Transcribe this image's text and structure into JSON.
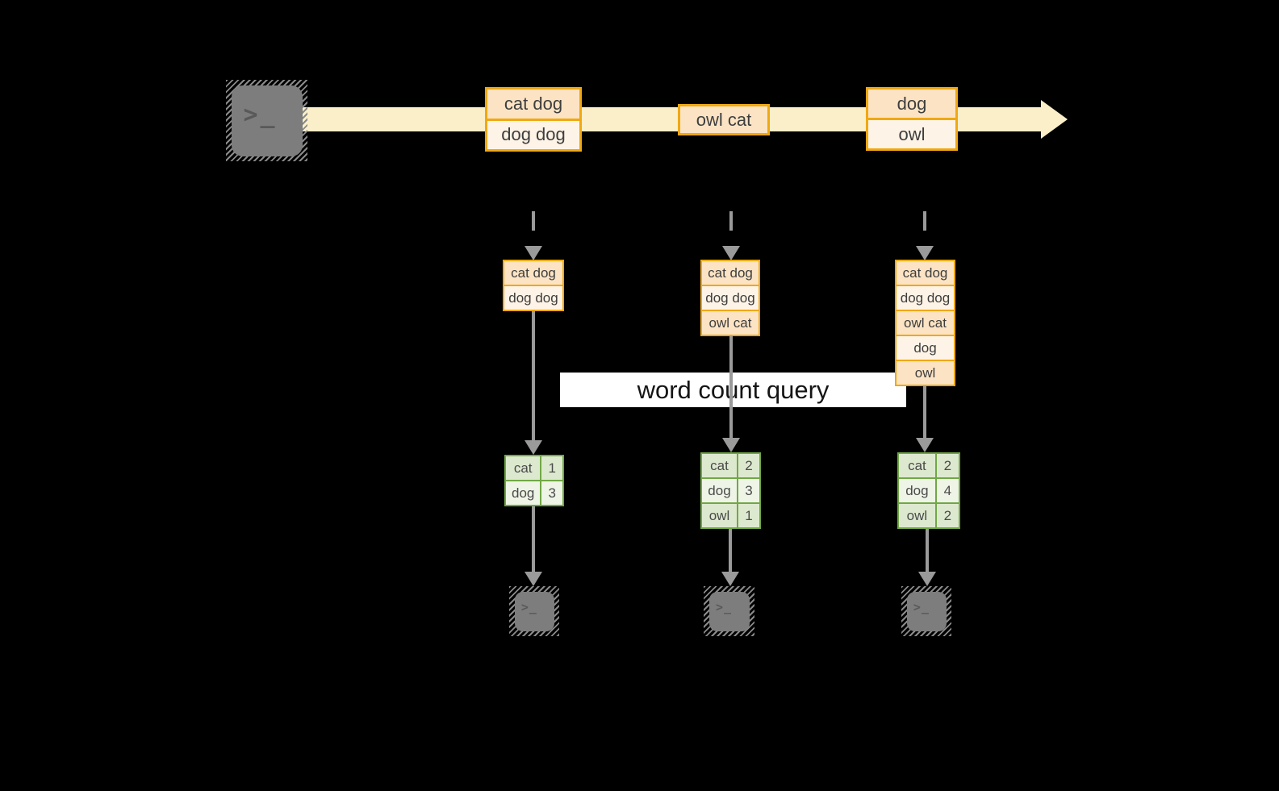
{
  "colors": {
    "stream_band": "#FAEFC9",
    "box_border": "#F0A812",
    "box_fill_dark": "#FBE3C4",
    "box_fill_light": "#FDF3E6",
    "table_border": "#70A845",
    "cell_fill_dark": "#DDE9CF",
    "cell_fill_light": "#EEF4E6",
    "arrow_gray": "#9A9A9A",
    "query_band_bg": "#FFFFFF"
  },
  "icons": {
    "terminal_glyph": ">_"
  },
  "stream": {
    "events": [
      {
        "lines": [
          "cat dog",
          "dog dog"
        ]
      },
      {
        "lines": [
          "owl cat"
        ]
      },
      {
        "lines": [
          "dog",
          "owl"
        ]
      }
    ]
  },
  "query_label": "word count query",
  "columns": [
    {
      "buffer": [
        "cat dog",
        "dog dog"
      ],
      "counts": [
        {
          "word": "cat",
          "count": "1"
        },
        {
          "word": "dog",
          "count": "3"
        }
      ]
    },
    {
      "buffer": [
        "cat dog",
        "dog dog",
        "owl cat"
      ],
      "counts": [
        {
          "word": "cat",
          "count": "2"
        },
        {
          "word": "dog",
          "count": "3"
        },
        {
          "word": "owl",
          "count": "1"
        }
      ]
    },
    {
      "buffer": [
        "cat dog",
        "dog dog",
        "owl cat",
        "dog",
        "owl"
      ],
      "counts": [
        {
          "word": "cat",
          "count": "2"
        },
        {
          "word": "dog",
          "count": "4"
        },
        {
          "word": "owl",
          "count": "2"
        }
      ]
    }
  ]
}
